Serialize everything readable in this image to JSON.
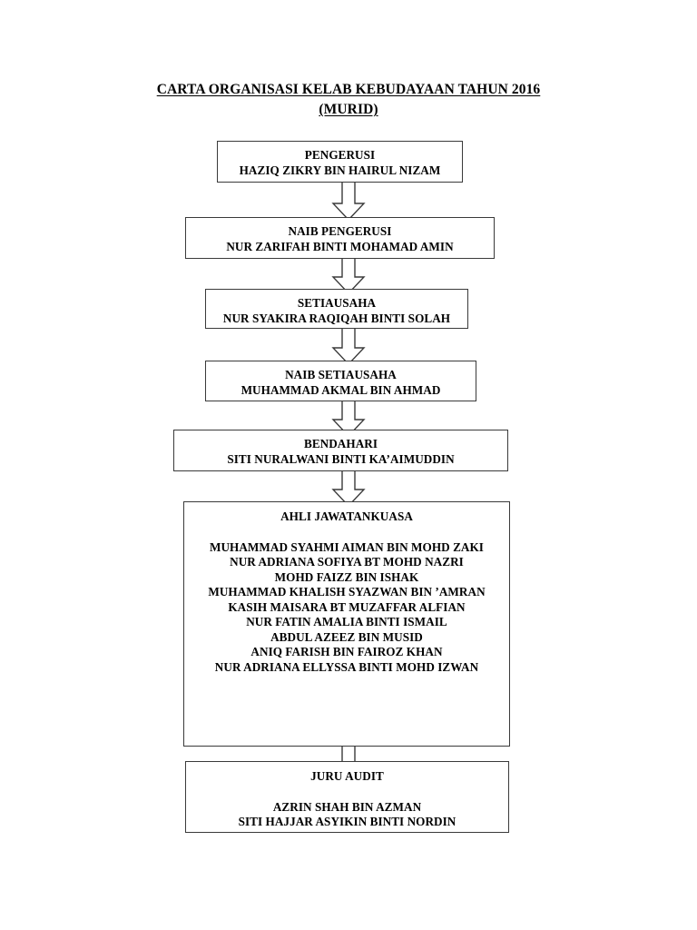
{
  "title": {
    "line1": "CARTA ORGANISASI KELAB KEBUDAYAAN TAHUN 2016",
    "line2": "(MURID)"
  },
  "nodes": [
    {
      "id": "pengerusi",
      "role": "PENGERUSI",
      "person": "HAZIQ ZIKRY BIN HAIRUL NIZAM"
    },
    {
      "id": "naib-pengerusi",
      "role": "NAIB PENGERUSI",
      "person": "NUR ZARIFAH BINTI MOHAMAD AMIN"
    },
    {
      "id": "setiausaha",
      "role": "SETIAUSAHA",
      "person": "NUR SYAKIRA RAQIQAH BINTI SOLAH"
    },
    {
      "id": "naib-setiausaha",
      "role": "NAIB SETIAUSAHA",
      "person": "MUHAMMAD AKMAL BIN AHMAD"
    },
    {
      "id": "bendahari",
      "role": "BENDAHARI",
      "person": "SITI NURALWANI BINTI KA’AIMUDDIN"
    },
    {
      "id": "ahli-jawatankuasa",
      "role": "AHLI JAWATANKUASA",
      "members": [
        "MUHAMMAD SYAHMI AIMAN BIN MOHD ZAKI",
        "NUR ADRIANA SOFIYA BT MOHD NAZRI",
        "MOHD FAIZZ BIN ISHAK",
        "MUHAMMAD KHALISH SYAZWAN BIN ’AMRAN",
        "KASIH MAISARA BT MUZAFFAR ALFIAN",
        "NUR FATIN AMALIA BINTI ISMAIL",
        "ABDUL AZEEZ BIN MUSID",
        "ANIQ FARISH BIN FAIROZ KHAN",
        "NUR ADRIANA ELLYSSA BINTI MOHD IZWAN"
      ]
    },
    {
      "id": "juru-audit",
      "role": "JURU AUDIT",
      "members": [
        "AZRIN SHAH BIN AZMAN",
        "SITI HAJJAR ASYIKIN BINTI NORDIN"
      ]
    }
  ],
  "connectors": [
    {
      "id": "arrow-1",
      "from": "pengerusi",
      "to": "naib-pengerusi",
      "direction": "down"
    },
    {
      "id": "arrow-2",
      "from": "naib-pengerusi",
      "to": "setiausaha",
      "direction": "down"
    },
    {
      "id": "arrow-3",
      "from": "setiausaha",
      "to": "naib-setiausaha",
      "direction": "down"
    },
    {
      "id": "arrow-4",
      "from": "naib-setiausaha",
      "to": "bendahari",
      "direction": "down"
    },
    {
      "id": "arrow-5",
      "from": "bendahari",
      "to": "ahli-jawatankuasa",
      "direction": "down"
    },
    {
      "id": "arrow-6",
      "from": "ahli-jawatankuasa",
      "to": "juru-audit",
      "direction": "down"
    }
  ],
  "colors": {
    "page_background": "#ffffff",
    "text": "#000000",
    "box_border": "#3a3a3a",
    "arrow_fill": "#ffffff",
    "arrow_stroke": "#3a3a3a"
  }
}
